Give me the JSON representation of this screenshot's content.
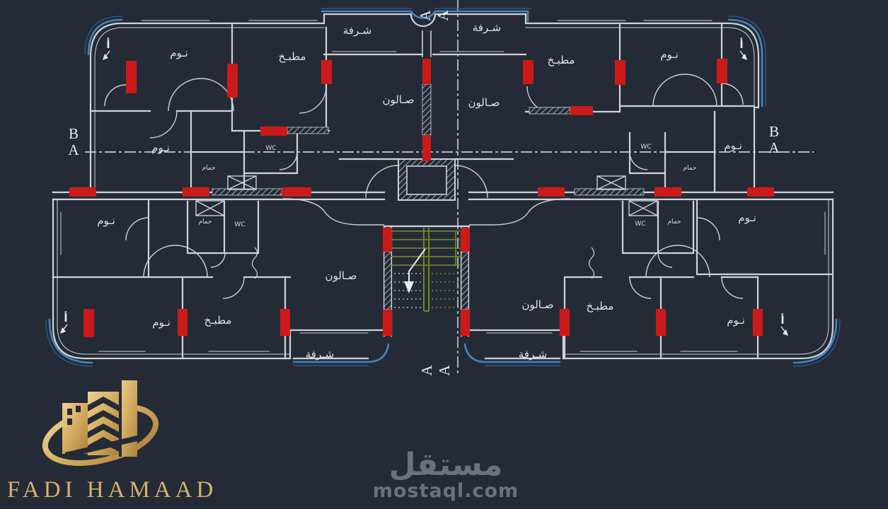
{
  "plan": {
    "room_labels": {
      "tl_bed1": "نـوم",
      "tl_kitchen": "مطبـخ",
      "tl_balcony": "شـرفة",
      "tl_salon": "صـالون",
      "tl_bed2": "نـوم",
      "tl_bath": "حمام",
      "tl_wc": "WC",
      "tl_corner": "أ",
      "tr_balcony": "شـرفة",
      "tr_kitchen": "مطبـخ",
      "tr_bed1": "نـوم",
      "tr_salon": "صـالون",
      "tr_bed2": "نـوم",
      "tr_bath": "حمام",
      "tr_wc": "WC",
      "tr_corner": "أ",
      "bl_bed1": "نـوم",
      "bl_bath": "حمام",
      "bl_wc": "WC",
      "bl_salon": "صـالون",
      "bl_bed2": "نـوم",
      "bl_kitchen": "مطبـخ",
      "bl_balcony": "شـرفة",
      "bl_corner": "أ",
      "br_salon": "صـالون",
      "br_kitchen": "مطبـخ",
      "br_bed_upper": "نـوم",
      "br_bed": "نـوم",
      "br_bath": "حمام",
      "br_wc": "WC",
      "br_balcony": "شـرفة",
      "br_corner": "أ"
    },
    "section_markers": {
      "top_a1": "A",
      "top_a2": "A",
      "bottom_a1": "A",
      "bottom_a2": "A",
      "left_b": "B",
      "left_a": "A",
      "right_b": "B",
      "right_a": "A"
    }
  },
  "logo": {
    "brand": "FADI HAMAAD"
  },
  "watermark": {
    "name_ar": "مستقل",
    "domain": "mostaql.com"
  },
  "colors": {
    "background": "#252b36",
    "walls": "#cdd3da",
    "columns": "#cc1a1a",
    "glass_blue": "#4683b8",
    "stairs_green": "#7d8f1e",
    "logo_gold": "#d6b26d",
    "watermark_gray": "#747a84"
  }
}
